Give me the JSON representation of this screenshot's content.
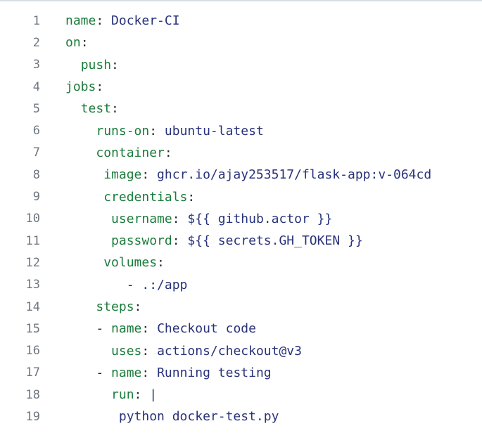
{
  "colors": {
    "key": "#1c7c3c",
    "value": "#28327a",
    "punctuation": "#24292f",
    "line_number": "#6e7680",
    "top_border": "#d9dee3",
    "background": "#ffffff"
  },
  "editor": {
    "lines": [
      {
        "number": "1",
        "tokens": [
          {
            "t": "key",
            "x": "name"
          },
          {
            "t": "punct",
            "x": ":"
          },
          {
            "t": "val",
            "x": " Docker-CI"
          }
        ]
      },
      {
        "number": "2",
        "tokens": [
          {
            "t": "key",
            "x": "on"
          },
          {
            "t": "punct",
            "x": ":"
          }
        ]
      },
      {
        "number": "3",
        "tokens": [
          {
            "t": "punct",
            "x": "  "
          },
          {
            "t": "key",
            "x": "push"
          },
          {
            "t": "punct",
            "x": ":"
          }
        ]
      },
      {
        "number": "4",
        "tokens": [
          {
            "t": "key",
            "x": "jobs"
          },
          {
            "t": "punct",
            "x": ":"
          }
        ]
      },
      {
        "number": "5",
        "tokens": [
          {
            "t": "punct",
            "x": "  "
          },
          {
            "t": "key",
            "x": "test"
          },
          {
            "t": "punct",
            "x": ":"
          }
        ]
      },
      {
        "number": "6",
        "tokens": [
          {
            "t": "punct",
            "x": "    "
          },
          {
            "t": "key",
            "x": "runs-on"
          },
          {
            "t": "punct",
            "x": ":"
          },
          {
            "t": "val",
            "x": " ubuntu-latest"
          }
        ]
      },
      {
        "number": "7",
        "tokens": [
          {
            "t": "punct",
            "x": "    "
          },
          {
            "t": "key",
            "x": "container"
          },
          {
            "t": "punct",
            "x": ":"
          }
        ]
      },
      {
        "number": "8",
        "tokens": [
          {
            "t": "punct",
            "x": "     "
          },
          {
            "t": "key",
            "x": "image"
          },
          {
            "t": "punct",
            "x": ":"
          },
          {
            "t": "val",
            "x": " ghcr.io/ajay253517/flask-app:v-064cd"
          }
        ]
      },
      {
        "number": "9",
        "tokens": [
          {
            "t": "punct",
            "x": "     "
          },
          {
            "t": "key",
            "x": "credentials"
          },
          {
            "t": "punct",
            "x": ":"
          }
        ]
      },
      {
        "number": "10",
        "tokens": [
          {
            "t": "punct",
            "x": "      "
          },
          {
            "t": "key",
            "x": "username"
          },
          {
            "t": "punct",
            "x": ":"
          },
          {
            "t": "val",
            "x": " ${{ github.actor }}"
          }
        ]
      },
      {
        "number": "11",
        "tokens": [
          {
            "t": "punct",
            "x": "      "
          },
          {
            "t": "key",
            "x": "password"
          },
          {
            "t": "punct",
            "x": ":"
          },
          {
            "t": "val",
            "x": " ${{ secrets.GH_TOKEN }}"
          }
        ]
      },
      {
        "number": "12",
        "tokens": [
          {
            "t": "punct",
            "x": "     "
          },
          {
            "t": "key",
            "x": "volumes"
          },
          {
            "t": "punct",
            "x": ":"
          }
        ]
      },
      {
        "number": "13",
        "tokens": [
          {
            "t": "punct",
            "x": "        - "
          },
          {
            "t": "val",
            "x": ".:/app"
          }
        ]
      },
      {
        "number": "14",
        "tokens": [
          {
            "t": "punct",
            "x": "    "
          },
          {
            "t": "key",
            "x": "steps"
          },
          {
            "t": "punct",
            "x": ":"
          }
        ]
      },
      {
        "number": "15",
        "tokens": [
          {
            "t": "punct",
            "x": "    - "
          },
          {
            "t": "key",
            "x": "name"
          },
          {
            "t": "punct",
            "x": ":"
          },
          {
            "t": "val",
            "x": " Checkout code"
          }
        ]
      },
      {
        "number": "16",
        "tokens": [
          {
            "t": "punct",
            "x": "      "
          },
          {
            "t": "key",
            "x": "uses"
          },
          {
            "t": "punct",
            "x": ":"
          },
          {
            "t": "val",
            "x": " actions/checkout@v3"
          }
        ]
      },
      {
        "number": "17",
        "tokens": [
          {
            "t": "punct",
            "x": "    - "
          },
          {
            "t": "key",
            "x": "name"
          },
          {
            "t": "punct",
            "x": ":"
          },
          {
            "t": "val",
            "x": " Running testing"
          }
        ]
      },
      {
        "number": "18",
        "tokens": [
          {
            "t": "punct",
            "x": "      "
          },
          {
            "t": "key",
            "x": "run"
          },
          {
            "t": "punct",
            "x": ":"
          },
          {
            "t": "val",
            "x": " |"
          }
        ]
      },
      {
        "number": "19",
        "tokens": [
          {
            "t": "punct",
            "x": "       "
          },
          {
            "t": "val",
            "x": "python docker-test.py"
          }
        ]
      }
    ]
  }
}
